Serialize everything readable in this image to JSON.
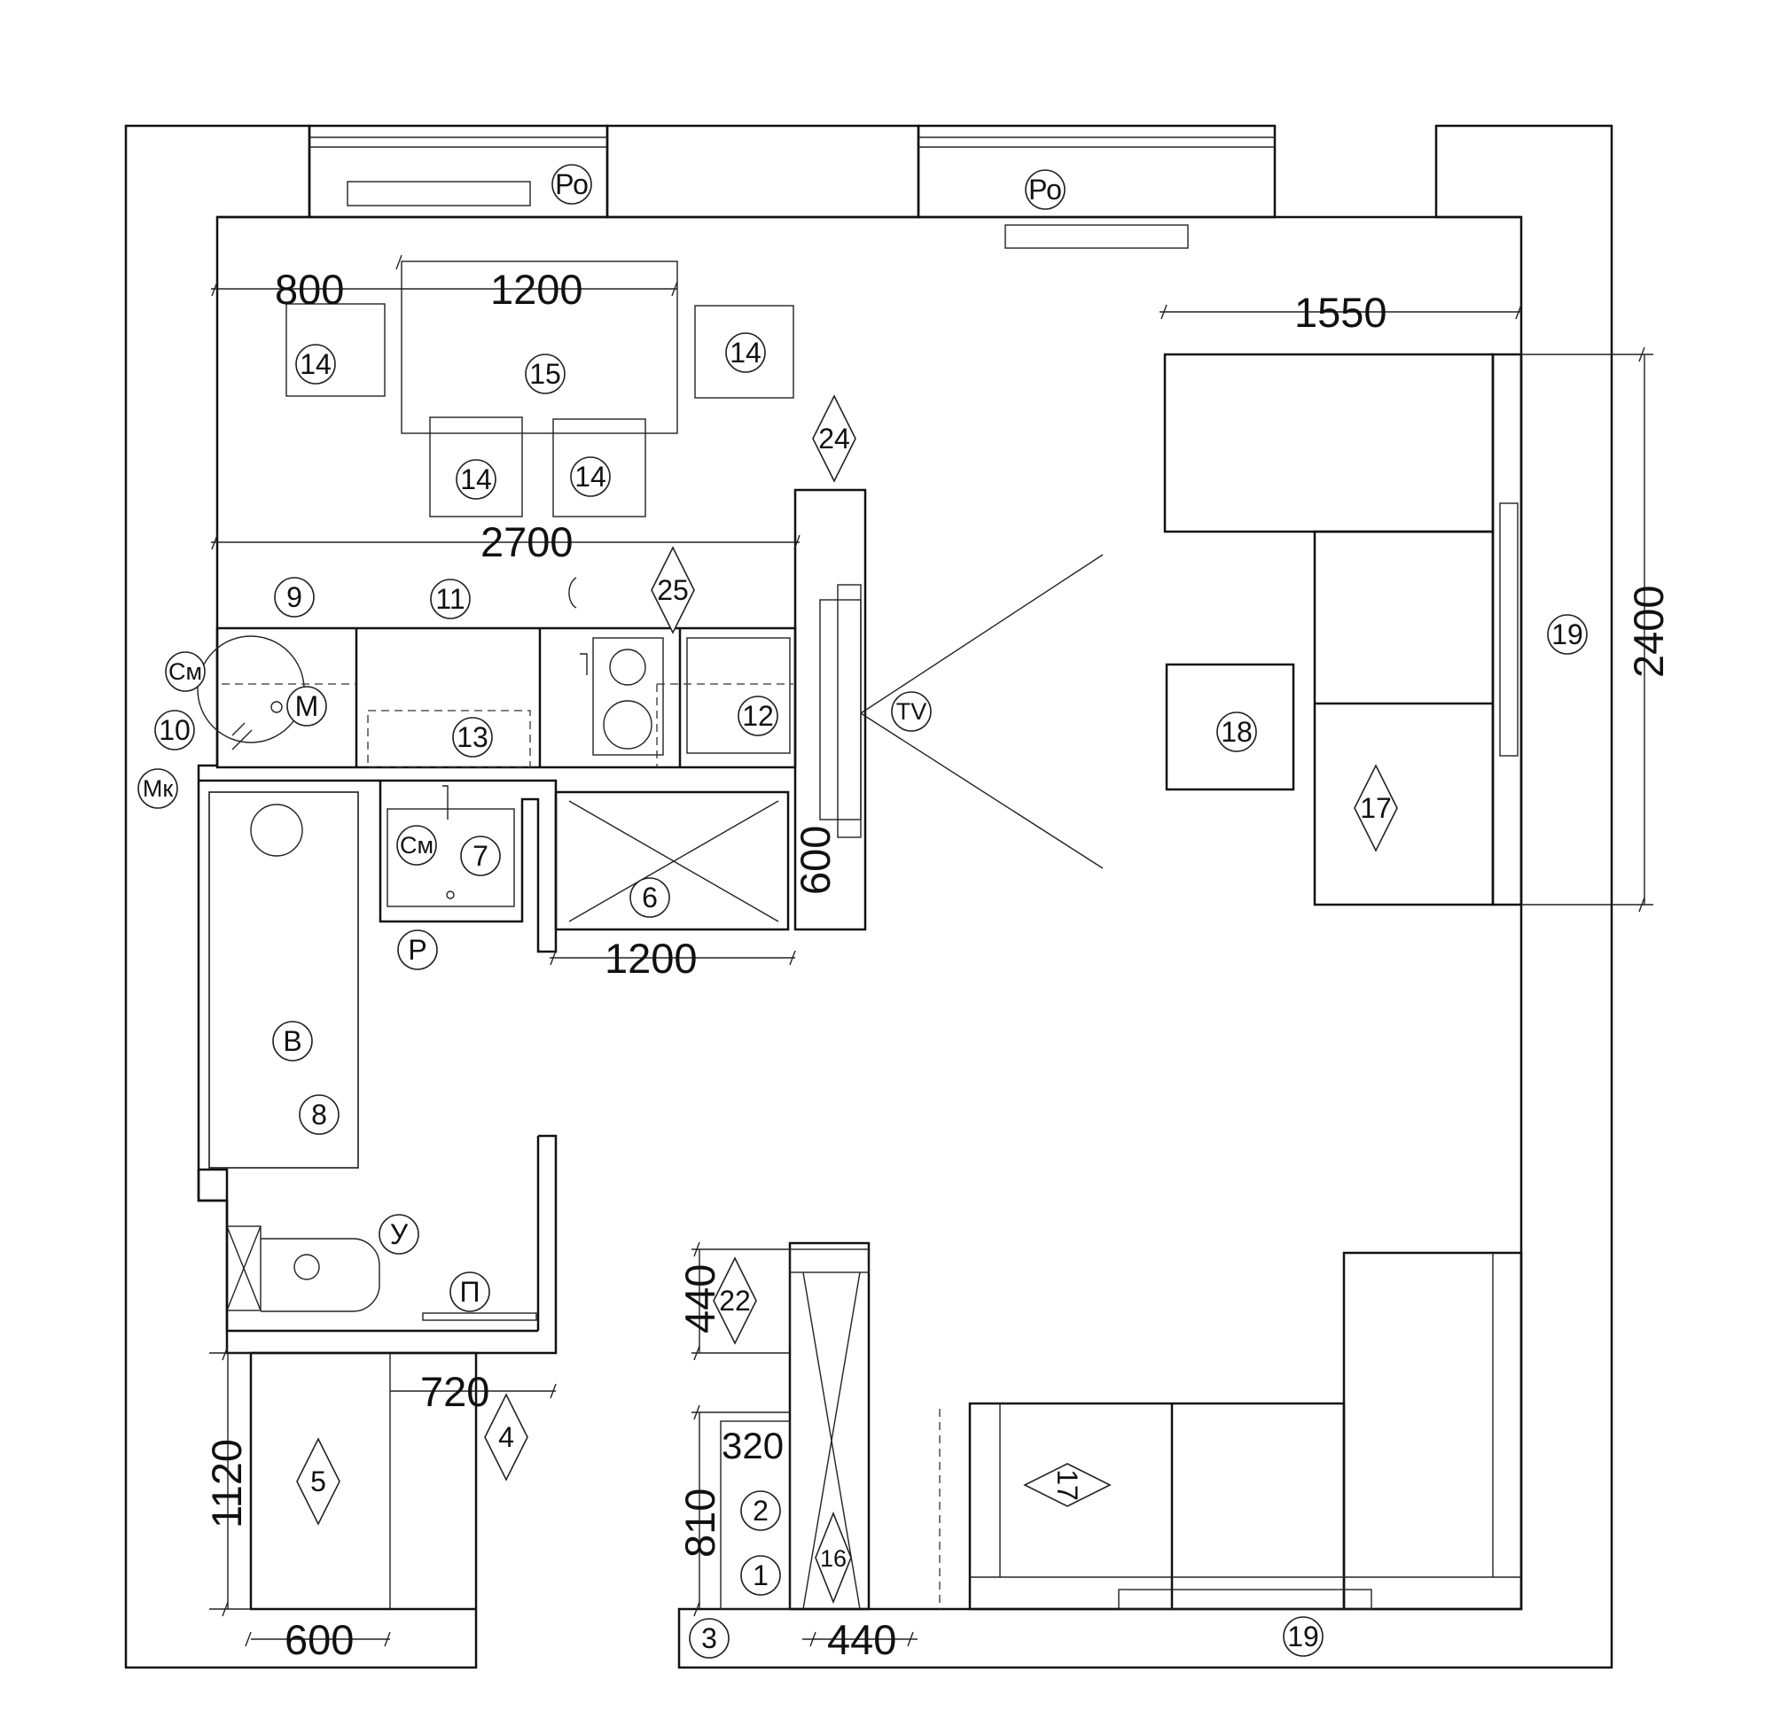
{
  "dimensions": {
    "d800": "800",
    "d1200_table": "1200",
    "d2700": "2700",
    "d1550": "1550",
    "d2400": "2400",
    "d600_partition": "600",
    "d1200_wardrobe": "1200",
    "d440_shelf": "440",
    "d720": "720",
    "d320": "320",
    "d810": "810",
    "d1120": "1120",
    "d600_hall": "600",
    "d440_bottom": "440"
  },
  "labels": {
    "ro_left": "Ро",
    "ro_right": "Ро",
    "chair_a": "14",
    "chair_b": "14",
    "chair_c": "14",
    "chair_d": "14",
    "table": "15",
    "item_24": "24",
    "item_25": "25",
    "item_9": "9",
    "item_11": "11",
    "sm_kitchen": "См",
    "item_10": "10",
    "mk": "Мк",
    "m_sink": "М",
    "item_13": "13",
    "item_12": "12",
    "tv": "TV",
    "sm_bath": "См",
    "item_7": "7",
    "item_6": "6",
    "p_rus": "Р",
    "v_bath": "В",
    "item_8": "8",
    "u_toilet": "У",
    "p_towel": "П",
    "item_4": "4",
    "item_5": "5",
    "item_3": "3",
    "item_22": "22",
    "item_2": "2",
    "item_1": "1",
    "item_16": "16",
    "item_18": "18",
    "item_17_top": "17",
    "item_17_bottom": "17",
    "item_19_right": "19",
    "item_19_bottom": "19"
  }
}
